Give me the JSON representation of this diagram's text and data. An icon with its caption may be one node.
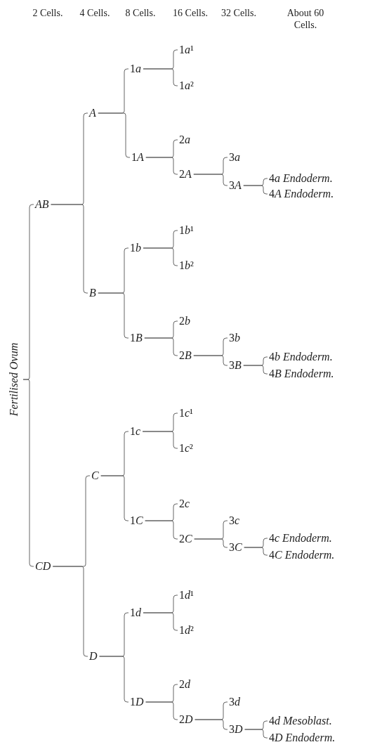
{
  "diagram": {
    "nodes": [
      {
        "text": [
          "Fertilised Ovum"
        ]
      },
      {
        "text": [
          "AB"
        ]
      },
      {
        "text": [
          "A"
        ]
      },
      {
        "text": [
          "1a"
        ]
      },
      {
        "text": [
          "1a¹"
        ]
      },
      {
        "text": [
          "1a²"
        ]
      },
      {
        "text": [
          "1A"
        ]
      },
      {
        "text": [
          "2a"
        ]
      },
      {
        "text": [
          "2A"
        ]
      },
      {
        "text": [
          "3a"
        ]
      },
      {
        "text": [
          "3A"
        ]
      },
      {
        "text": [
          "4a Endoderm."
        ]
      },
      {
        "text": [
          "4A Endoderm."
        ]
      },
      {
        "text": [
          "B"
        ]
      },
      {
        "text": [
          "1b"
        ]
      },
      {
        "text": [
          "1b¹"
        ]
      },
      {
        "text": [
          "1b²"
        ]
      },
      {
        "text": [
          "1B"
        ]
      },
      {
        "text": [
          "2b"
        ]
      },
      {
        "text": [
          "2B"
        ]
      },
      {
        "text": [
          "3b"
        ]
      },
      {
        "text": [
          "3B"
        ]
      },
      {
        "text": [
          "4b Endoderm."
        ]
      },
      {
        "text": [
          "4B Endoderm."
        ]
      },
      {
        "text": [
          "CD"
        ]
      },
      {
        "text": [
          "C"
        ]
      },
      {
        "text": [
          "1c"
        ]
      },
      {
        "text": [
          "1c¹"
        ]
      },
      {
        "text": [
          "1c²"
        ]
      },
      {
        "text": [
          "1C"
        ]
      },
      {
        "text": [
          "2c"
        ]
      },
      {
        "text": [
          "2C"
        ]
      },
      {
        "text": [
          "3c"
        ]
      },
      {
        "text": [
          "3C"
        ]
      },
      {
        "text": [
          "4c Endoderm."
        ]
      },
      {
        "text": [
          "4C Endoderm."
        ]
      },
      {
        "text": [
          "D"
        ]
      },
      {
        "text": [
          "1d"
        ]
      },
      {
        "text": [
          "1d¹"
        ]
      },
      {
        "text": [
          "1d²"
        ]
      },
      {
        "text": [
          "1D"
        ]
      },
      {
        "text": [
          "2d"
        ]
      },
      {
        "text": [
          "2D"
        ]
      },
      {
        "text": [
          "3d"
        ]
      },
      {
        "text": [
          "3D"
        ]
      },
      {
        "text": [
          "4d Mesoblast."
        ]
      },
      {
        "text": [
          "4D Endoderm."
        ]
      }
    ],
    "edges": [
      {
        "from": 0,
        "to": 1,
        "arrow": "none"
      },
      {
        "from": 0,
        "to": 24,
        "arrow": "none"
      },
      {
        "from": 1,
        "to": 2,
        "arrow": "none"
      },
      {
        "from": 1,
        "to": 13,
        "arrow": "none"
      },
      {
        "from": 2,
        "to": 3,
        "arrow": "none"
      },
      {
        "from": 2,
        "to": 6,
        "arrow": "none"
      },
      {
        "from": 3,
        "to": 4,
        "arrow": "none"
      },
      {
        "from": 3,
        "to": 5,
        "arrow": "none"
      },
      {
        "from": 6,
        "to": 7,
        "arrow": "none"
      },
      {
        "from": 6,
        "to": 8,
        "arrow": "none"
      },
      {
        "from": 8,
        "to": 9,
        "arrow": "none"
      },
      {
        "from": 8,
        "to": 10,
        "arrow": "none"
      },
      {
        "from": 10,
        "to": 11,
        "arrow": "none"
      },
      {
        "from": 10,
        "to": 12,
        "arrow": "none"
      },
      {
        "from": 13,
        "to": 14,
        "arrow": "none"
      },
      {
        "from": 13,
        "to": 17,
        "arrow": "none"
      },
      {
        "from": 14,
        "to": 15,
        "arrow": "none"
      },
      {
        "from": 14,
        "to": 16,
        "arrow": "none"
      },
      {
        "from": 17,
        "to": 18,
        "arrow": "none"
      },
      {
        "from": 17,
        "to": 19,
        "arrow": "none"
      },
      {
        "from": 19,
        "to": 20,
        "arrow": "none"
      },
      {
        "from": 19,
        "to": 21,
        "arrow": "none"
      },
      {
        "from": 21,
        "to": 22,
        "arrow": "none"
      },
      {
        "from": 21,
        "to": 23,
        "arrow": "none"
      },
      {
        "from": 24,
        "to": 25,
        "arrow": "none"
      },
      {
        "from": 24,
        "to": 36,
        "arrow": "none"
      },
      {
        "from": 25,
        "to": 26,
        "arrow": "none"
      },
      {
        "from": 25,
        "to": 29,
        "arrow": "none"
      },
      {
        "from": 26,
        "to": 27,
        "arrow": "none"
      },
      {
        "from": 26,
        "to": 28,
        "arrow": "none"
      },
      {
        "from": 29,
        "to": 30,
        "arrow": "none"
      },
      {
        "from": 29,
        "to": 31,
        "arrow": "none"
      },
      {
        "from": 31,
        "to": 32,
        "arrow": "none"
      },
      {
        "from": 31,
        "to": 33,
        "arrow": "none"
      },
      {
        "from": 33,
        "to": 34,
        "arrow": "none"
      },
      {
        "from": 33,
        "to": 35,
        "arrow": "none"
      },
      {
        "from": 36,
        "to": 37,
        "arrow": "none"
      },
      {
        "from": 36,
        "to": 40,
        "arrow": "none"
      },
      {
        "from": 37,
        "to": 38,
        "arrow": "none"
      },
      {
        "from": 37,
        "to": 39,
        "arrow": "none"
      },
      {
        "from": 40,
        "to": 41,
        "arrow": "none"
      },
      {
        "from": 40,
        "to": 42,
        "arrow": "none"
      },
      {
        "from": 42,
        "to": 43,
        "arrow": "none"
      },
      {
        "from": 42,
        "to": 44,
        "arrow": "none"
      },
      {
        "from": 44,
        "to": 45,
        "arrow": "none"
      },
      {
        "from": 44,
        "to": 46,
        "arrow": "none"
      }
    ],
    "labels": [
      "2 Cells.",
      "4 Cells.",
      "8 Cells.",
      "16 Cells.",
      "32 Cells.",
      "About 60 Cells."
    ]
  }
}
